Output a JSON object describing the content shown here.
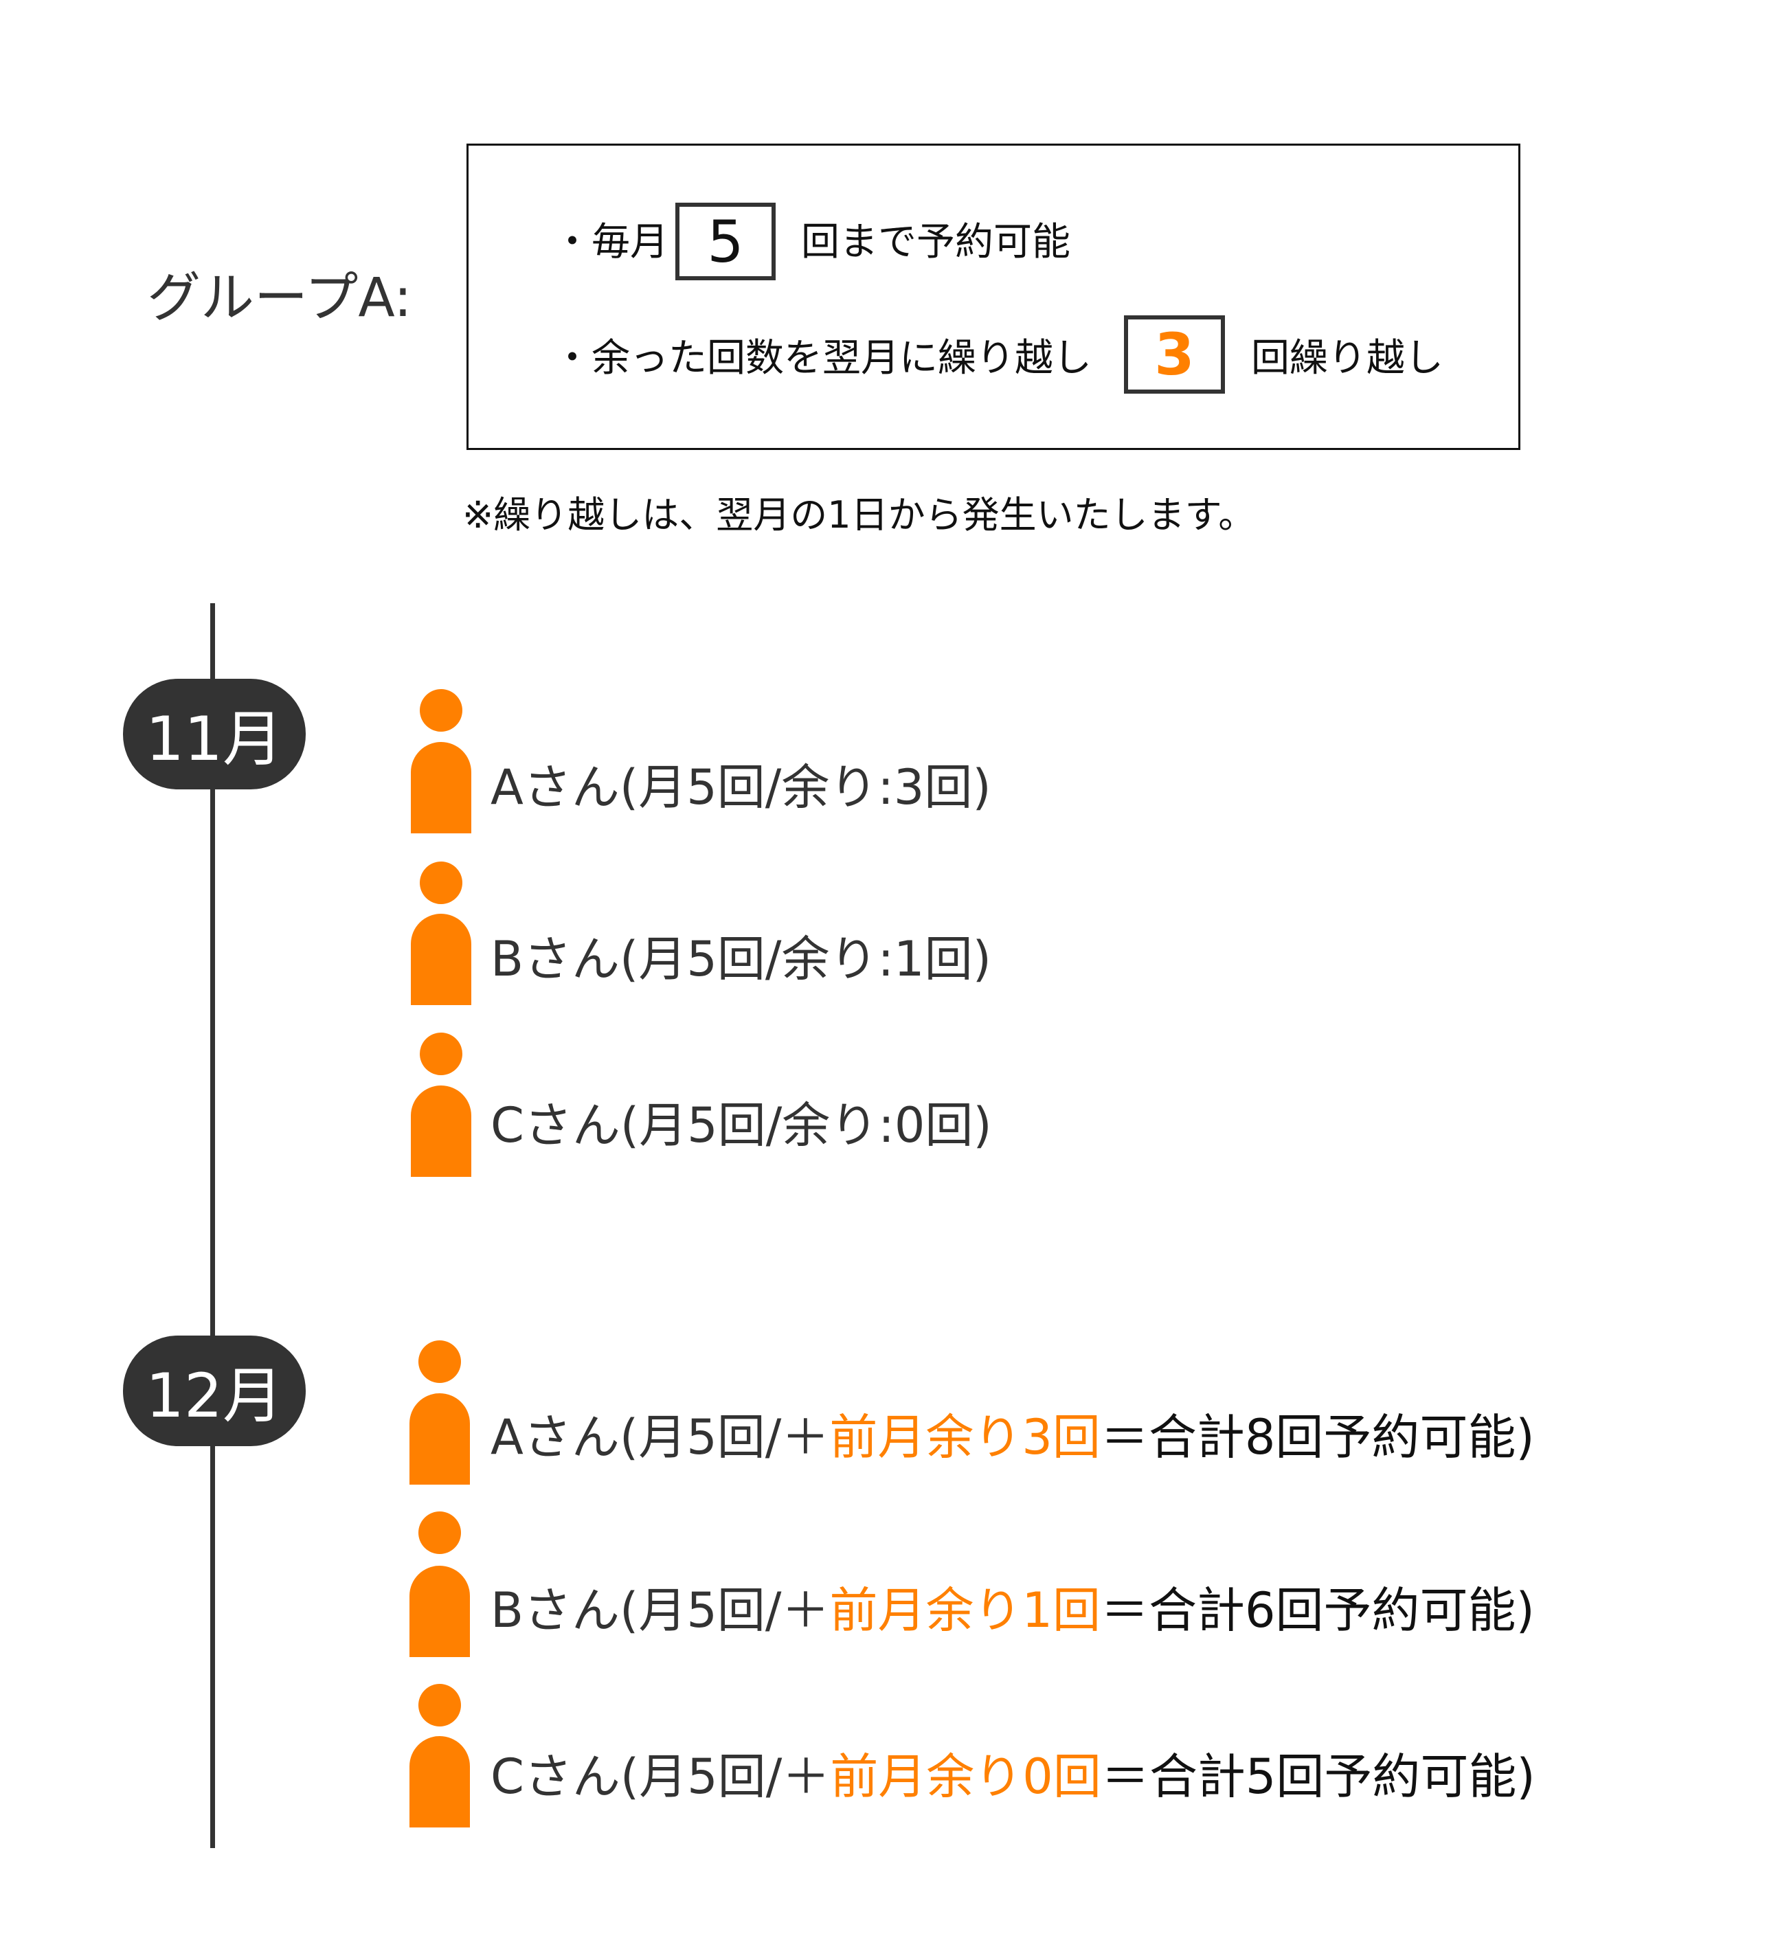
{
  "group_title": "グループA:",
  "rules": {
    "line1_prefix": "・毎月",
    "line1_value": "5",
    "line1_suffix": "回まで予約可能",
    "line2_prefix": "・余った回数を翌月に繰り越し",
    "line2_value": "3",
    "line2_suffix": "回繰り越し"
  },
  "note": "※繰り越しは、翌月の1日から発生いたします。",
  "colors": {
    "accent": "#ff8000",
    "dark": "#333333"
  },
  "months": [
    {
      "label": "11月",
      "rows": [
        {
          "text": "Aさん(月5回/余り:3回)"
        },
        {
          "text": "Bさん(月5回/余り:1回)"
        },
        {
          "text": "Cさん(月5回/余り:0回)"
        }
      ]
    },
    {
      "label": "12月",
      "rows": [
        {
          "prefix": "Aさん(月5回/＋",
          "highlight": "前月余り3回",
          "suffix": "＝合計8回予約可能)"
        },
        {
          "prefix": "Bさん(月5回/＋",
          "highlight": "前月余り1回",
          "suffix": "＝合計6回予約可能)"
        },
        {
          "prefix": "Cさん(月5回/＋",
          "highlight": "前月余り0回",
          "suffix": "＝合計5回予約可能)"
        }
      ]
    }
  ]
}
